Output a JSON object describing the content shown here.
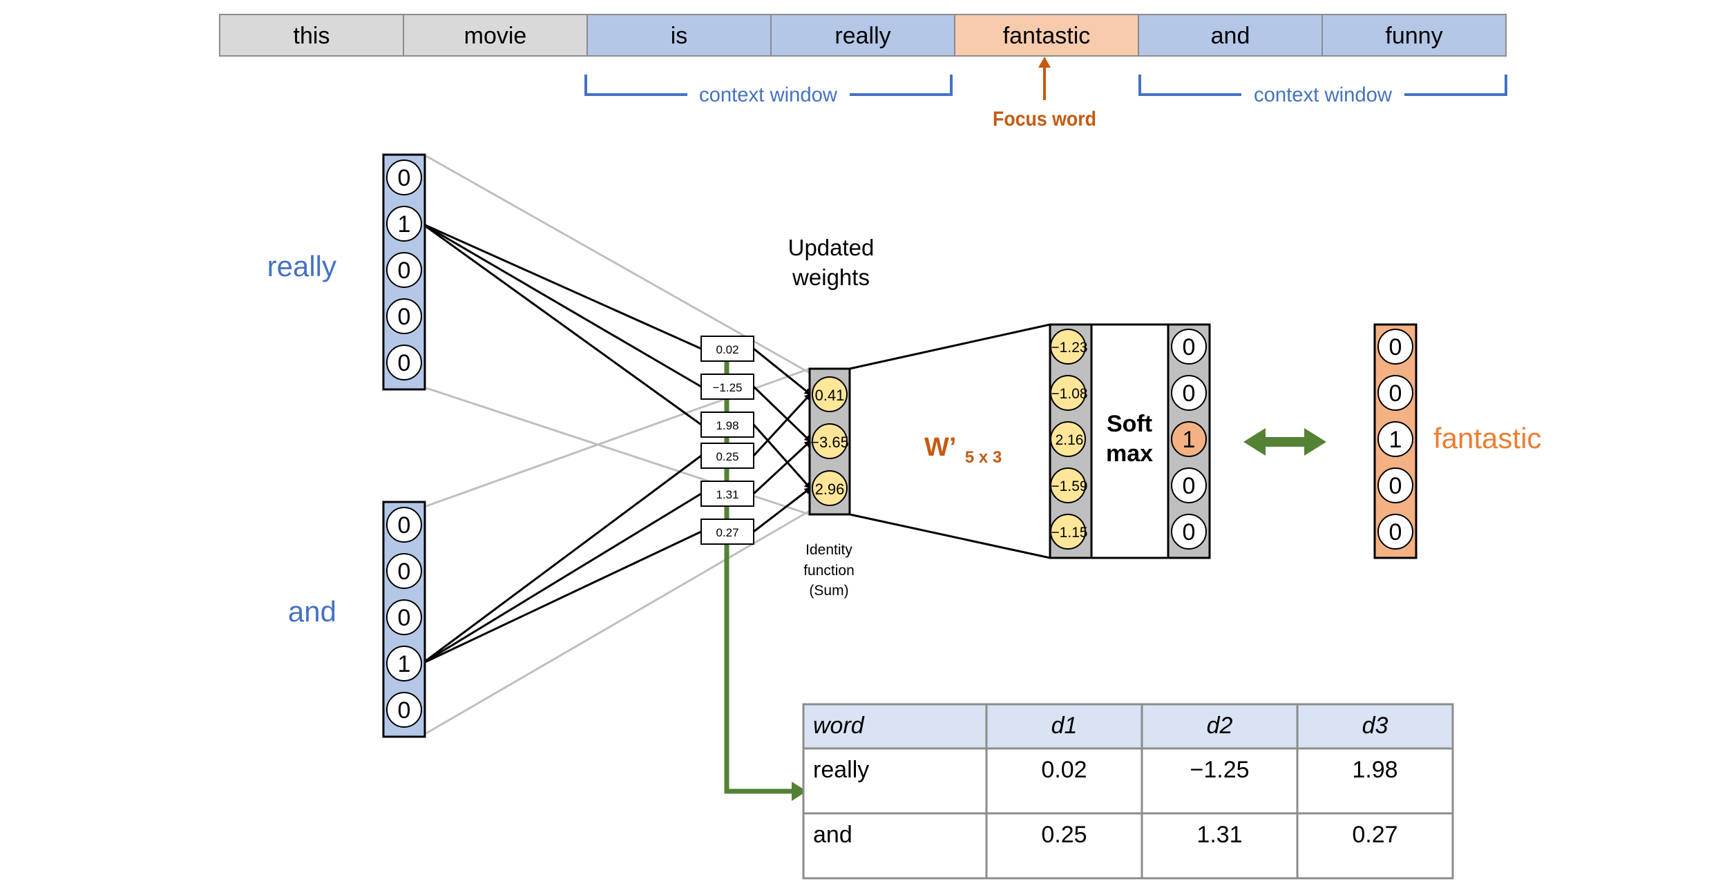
{
  "colors": {
    "context_fill": "#b4c7e7",
    "neutral_fill": "#d9d9d9",
    "focus_fill": "#f8cbad",
    "output_fill": "#f4b183",
    "node_fill": "#ffe699",
    "gray_box": "#bfbfbf",
    "blue_text": "#4472c4",
    "orange_text": "#c55a11",
    "fantastic_text": "#ed7d31",
    "green": "#548235",
    "table_header": "#dae3f3",
    "light_gray_line": "#bfbfbf"
  },
  "sentence": {
    "tokens": [
      {
        "word": "this",
        "role": "neutral"
      },
      {
        "word": "movie",
        "role": "neutral"
      },
      {
        "word": "is",
        "role": "context"
      },
      {
        "word": "really",
        "role": "context"
      },
      {
        "word": "fantastic",
        "role": "focus"
      },
      {
        "word": "and",
        "role": "context"
      },
      {
        "word": "funny",
        "role": "context"
      }
    ],
    "context_window_left": "context window",
    "context_window_right": "context window",
    "focus_label": "Focus word"
  },
  "inputs": [
    {
      "label": "really",
      "vector": [
        "0",
        "1",
        "0",
        "0",
        "0"
      ],
      "hot_index": 1
    },
    {
      "label": "and",
      "vector": [
        "0",
        "0",
        "0",
        "1",
        "0"
      ],
      "hot_index": 3
    }
  ],
  "weights": {
    "title_line1": "Updated",
    "title_line2": "weights",
    "values": [
      "0.02",
      "−1.25",
      "1.98",
      "0.25",
      "1.31",
      "0.27"
    ]
  },
  "hidden": {
    "values": [
      "0.41",
      "−3.65",
      "2.96"
    ],
    "caption_line1": "Identity",
    "caption_line2": "function",
    "caption_line3": "(Sum)"
  },
  "output_matrix": {
    "label": "W’",
    "subscript": "5 x 3"
  },
  "scores": [
    "−1.23",
    "−1.08",
    "2.16",
    "−1.59",
    "−1.15"
  ],
  "softmax": {
    "line1": "Soft",
    "line2": "max",
    "values": [
      "0",
      "0",
      "1",
      "0",
      "0"
    ],
    "hot_index": 2
  },
  "target": {
    "label": "fantastic",
    "vector": [
      "0",
      "0",
      "1",
      "0",
      "0"
    ]
  },
  "embedding_table": {
    "headers": [
      "word",
      "d1",
      "d2",
      "d3"
    ],
    "rows": [
      [
        "really",
        "0.02",
        "−1.25",
        "1.98"
      ],
      [
        "and",
        "0.25",
        "1.31",
        "0.27"
      ]
    ]
  }
}
